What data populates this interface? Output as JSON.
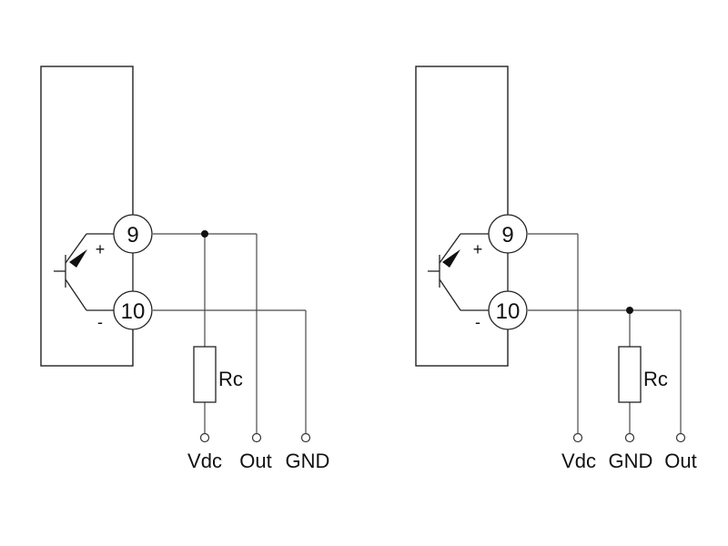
{
  "left": {
    "terminal_top": "9",
    "terminal_bottom": "10",
    "plus": "+",
    "minus": "-",
    "resistor": "Rc",
    "pins": [
      "Vdc",
      "Out",
      "GND"
    ]
  },
  "right": {
    "terminal_top": "9",
    "terminal_bottom": "10",
    "plus": "+",
    "minus": "-",
    "resistor": "Rc",
    "pins": [
      "Vdc",
      "GND",
      "Out"
    ]
  }
}
